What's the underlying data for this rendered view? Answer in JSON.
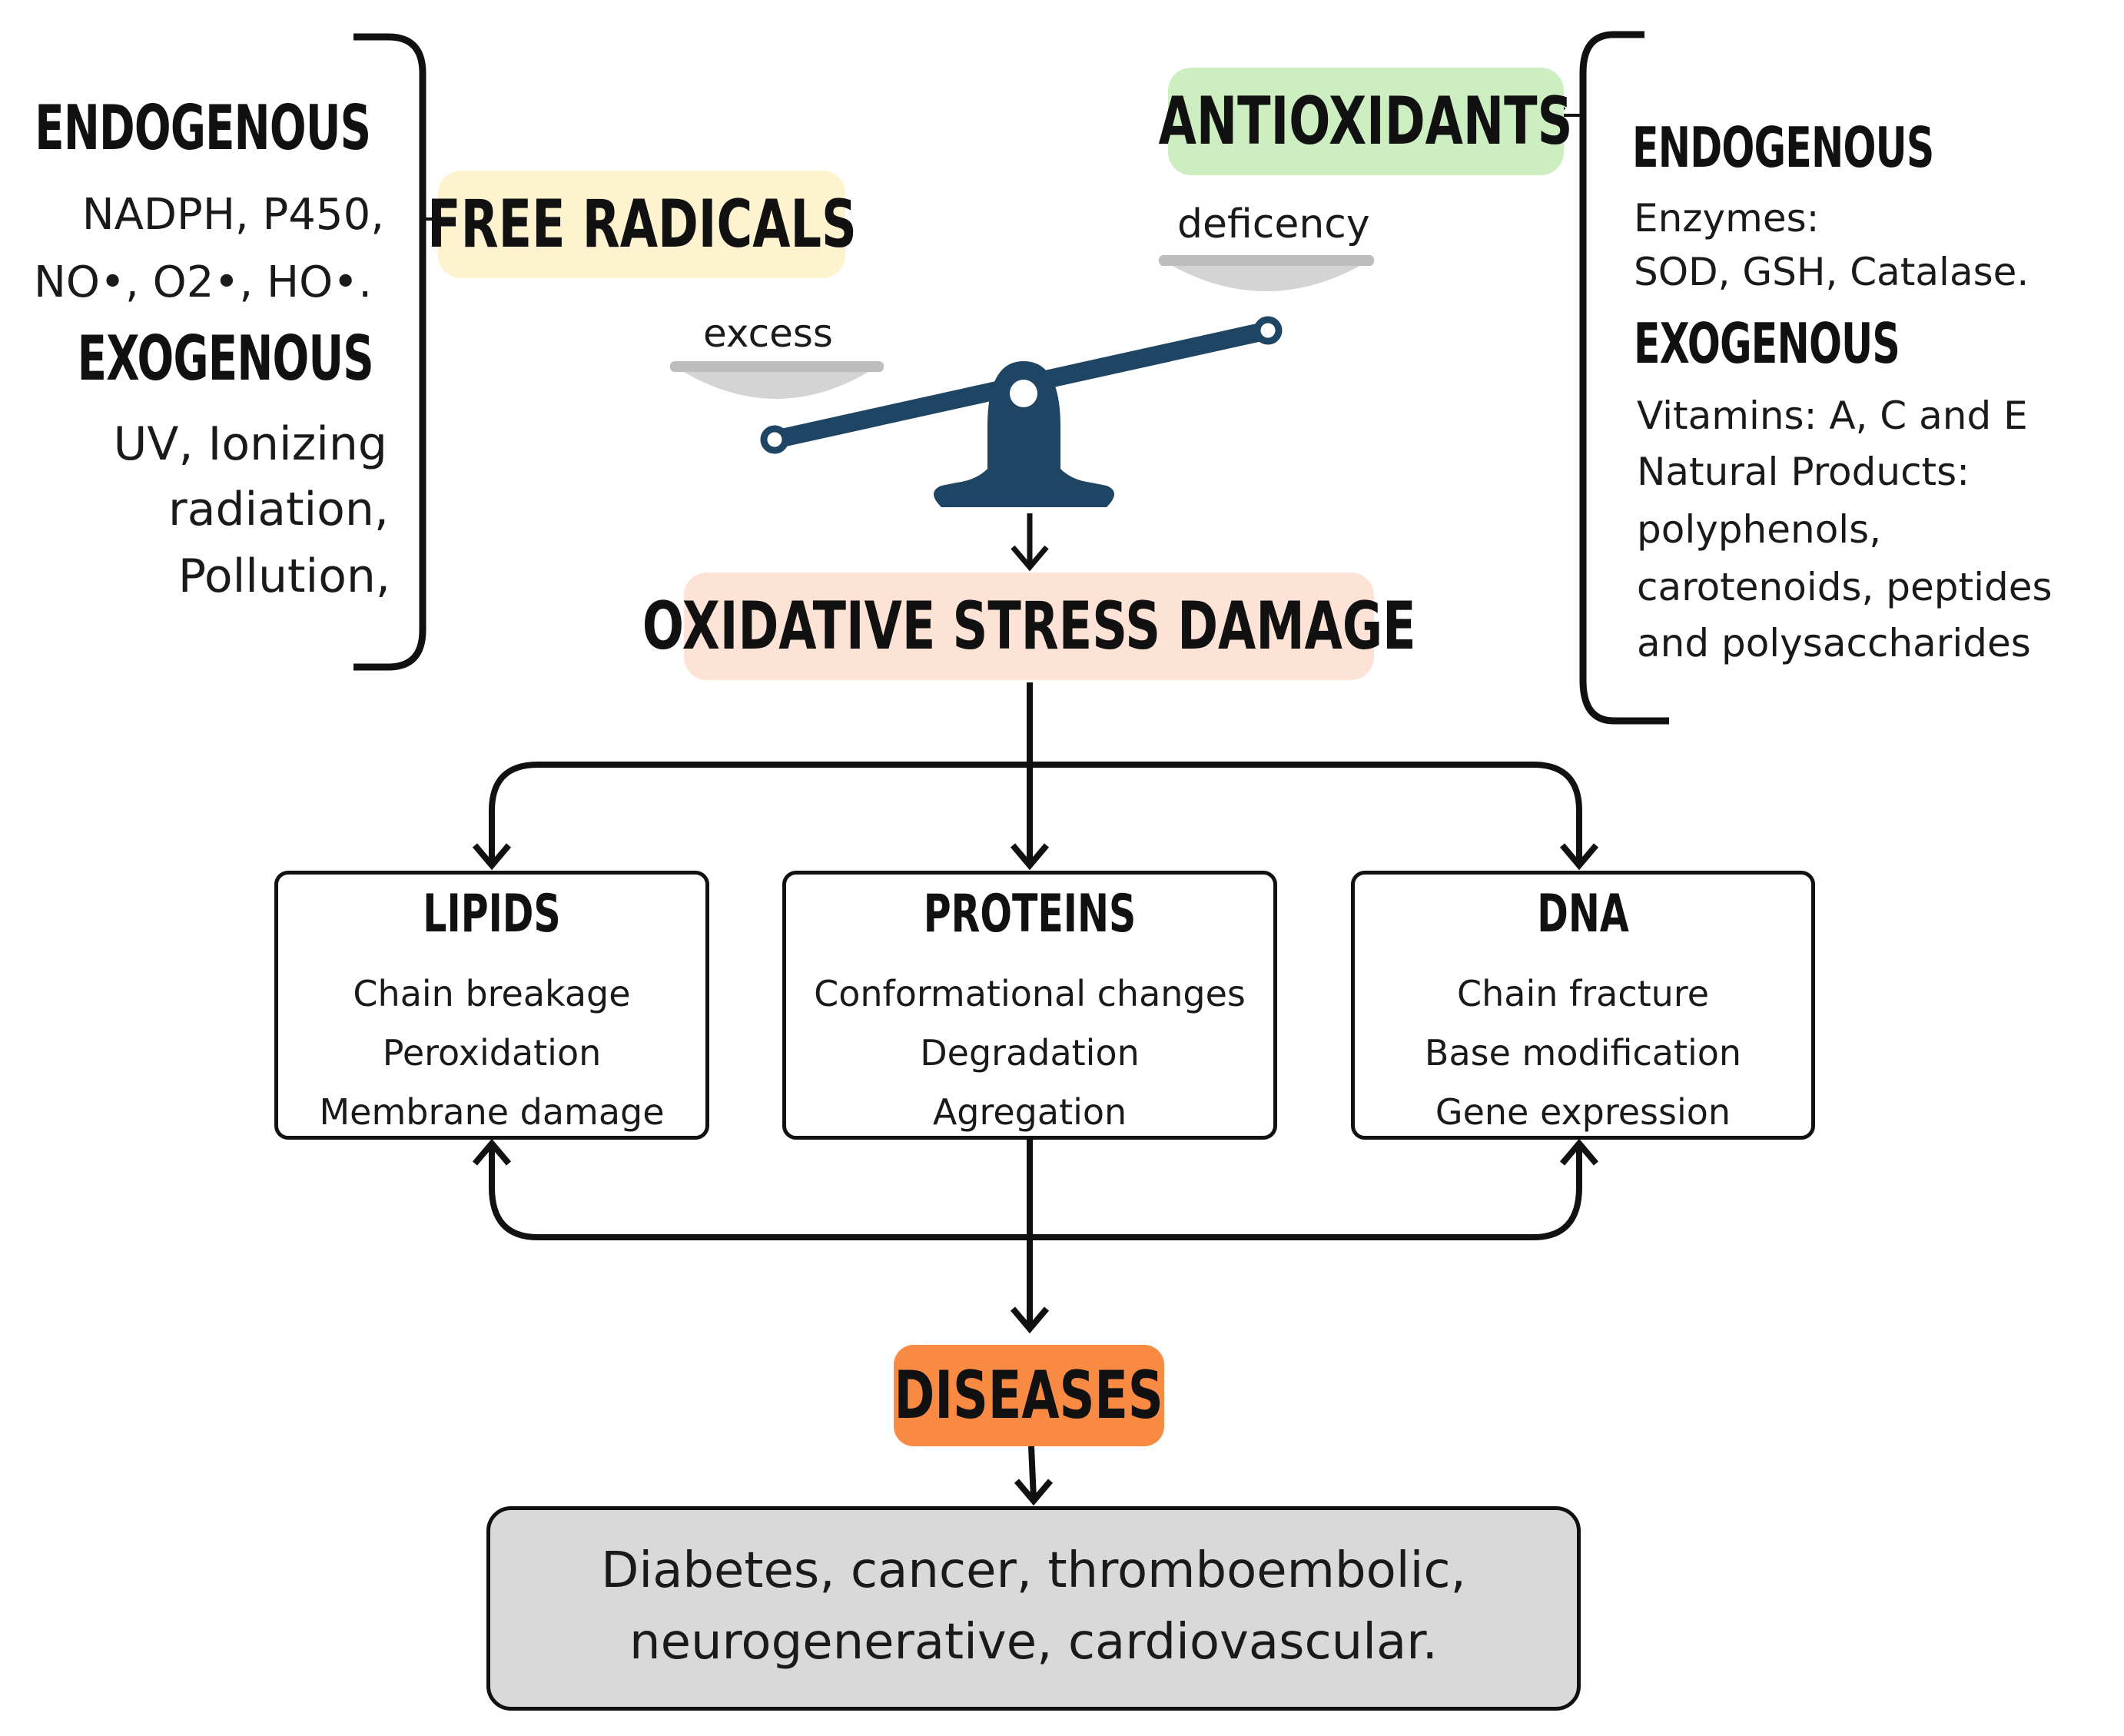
{
  "left_panel": {
    "endogenous_heading": "ENDOGENOUS",
    "endogenous_line1": "NADPH, P450,",
    "endogenous_line2": "NO•, O2•, HO•.",
    "exogenous_heading": "EXOGENOUS",
    "exogenous_line1": "UV, Ionizing",
    "exogenous_line2": "radiation,",
    "exogenous_line3": "Pollution,"
  },
  "free_radicals": {
    "label": "FREE RADICALS",
    "color": "#fdf3cf"
  },
  "antioxidants": {
    "label": "ANTIOXIDANTS",
    "color": "#cdeec0"
  },
  "scale": {
    "left_pan_label": "excess",
    "right_pan_label": "deficency",
    "color": "#1f4564"
  },
  "right_panel": {
    "endogenous_heading": "ENDOGENOUS",
    "endogenous_line1": "Enzymes:",
    "endogenous_line2": "SOD, GSH, Catalase.",
    "exogenous_heading": "EXOGENOUS",
    "exogenous_line1": "Vitamins: A, C and E",
    "exogenous_line2": "Natural Products:",
    "exogenous_line3": "polyphenols,",
    "exogenous_line4": "carotenoids, peptides",
    "exogenous_line5": "and polysaccharides"
  },
  "oxidative_stress": {
    "label": "OXIDATIVE STRESS DAMAGE",
    "color": "#fde3d6"
  },
  "targets": [
    {
      "title": "LIPIDS",
      "lines": [
        "Chain breakage",
        "Peroxidation",
        "Membrane damage"
      ]
    },
    {
      "title": "PROTEINS",
      "lines": [
        "Conformational changes",
        "Degradation",
        "Agregation"
      ]
    },
    {
      "title": "DNA",
      "lines": [
        "Chain fracture",
        "Base modification",
        "Gene expression"
      ]
    }
  ],
  "diseases": {
    "label": "DISEASES",
    "color": "#f98a43"
  },
  "disease_list": {
    "line1": "Diabetes, cancer, thromboembolic,",
    "line2": "neurogenerative, cardiovascular.",
    "color": "#d9d9d9"
  }
}
